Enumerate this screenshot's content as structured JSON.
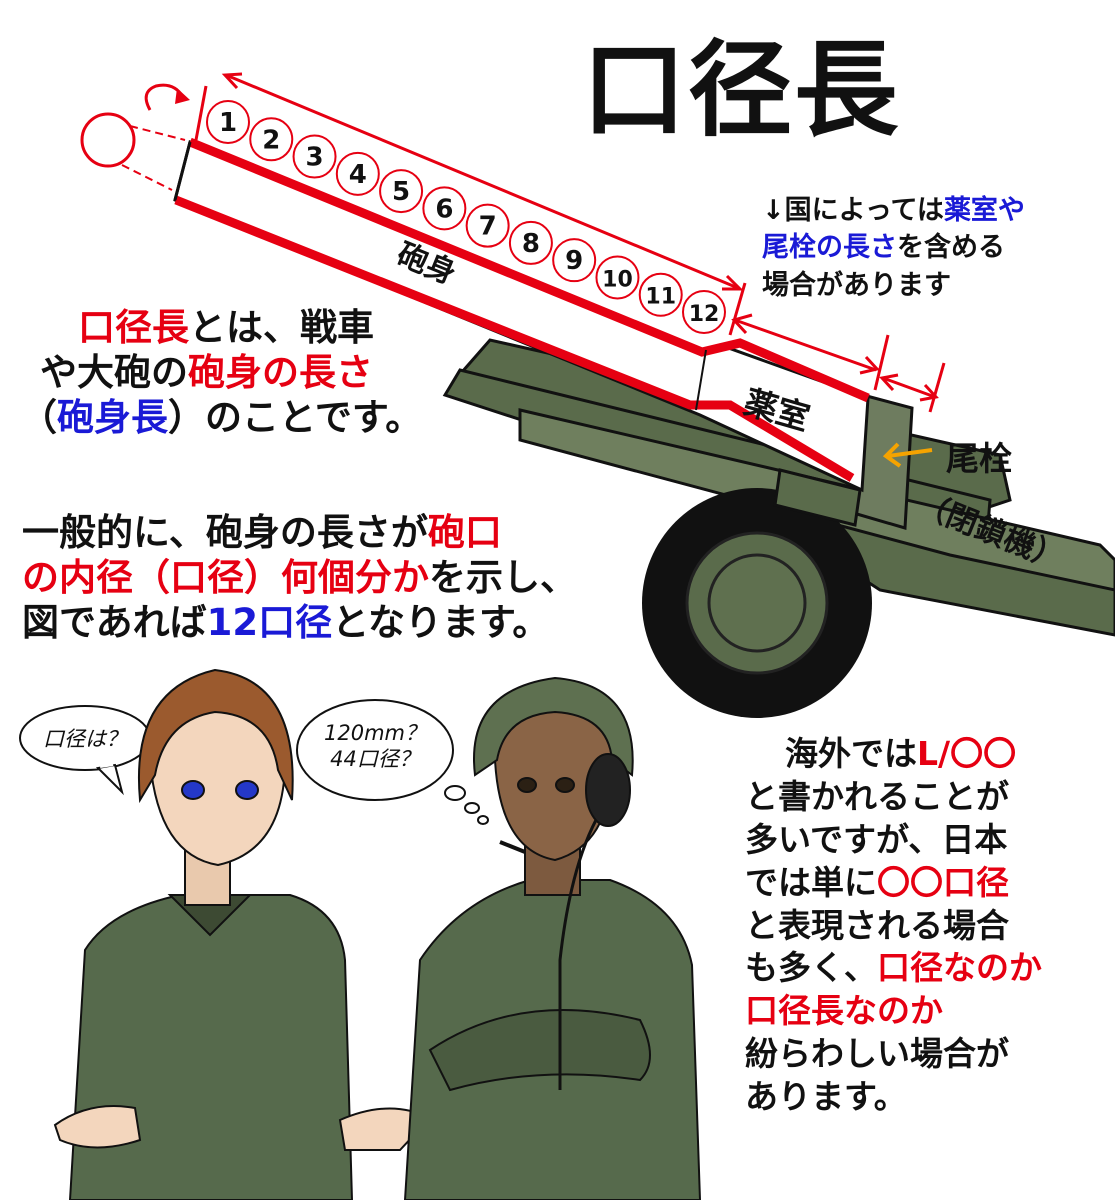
{
  "title": "口径長",
  "diagram": {
    "caliber_numbers": [
      "1",
      "2",
      "3",
      "4",
      "5",
      "6",
      "7",
      "8",
      "9",
      "10",
      "11",
      "12"
    ],
    "barrel_label": "砲身",
    "chamber_label": "薬室",
    "breech_label": "尾栓",
    "breech_sublabel": "（閉鎖機）"
  },
  "note": {
    "arrow": "↓",
    "l1_a": "国によっては",
    "l1_b": "薬室や",
    "l2_a": "尾栓の長さ",
    "l2_b": "を含める",
    "l3": "場合があります"
  },
  "definition": {
    "l1_a": "口径長",
    "l1_b": "とは、戦車",
    "l2_a": "や大砲の",
    "l2_b": "砲身の長さ",
    "l3_a": "（",
    "l3_b": "砲身長",
    "l3_c": "）のことです。"
  },
  "explanation": {
    "l1_a": "一般的に、砲身の長さが",
    "l1_b": "砲口",
    "l2_a": "の内径（口径）何個分か",
    "l2_b": "を示し、",
    "l3_a": "図であれば",
    "l3_b": "12口径",
    "l3_c": "となります。"
  },
  "bubbles": {
    "left": "口径は？",
    "right_l1": "120mm？",
    "right_l2": "44口径？"
  },
  "overseas": {
    "l1_a": "海外では",
    "l1_b": "L/〇〇",
    "l2": "と書かれることが",
    "l3": "多いですが、日本",
    "l4_a": "では単に",
    "l4_b": "〇〇口径",
    "l5": "と表現される場合",
    "l6_a": "も多く、",
    "l6_b": "口径なのか",
    "l7": "口径長なのか",
    "l8": "紛らわしい場合が",
    "l9": "あります。"
  },
  "colors": {
    "accent_red": "#e60012",
    "accent_blue": "#1a1ad6",
    "olive": "#5a6b4b",
    "orange": "#f5a300"
  }
}
